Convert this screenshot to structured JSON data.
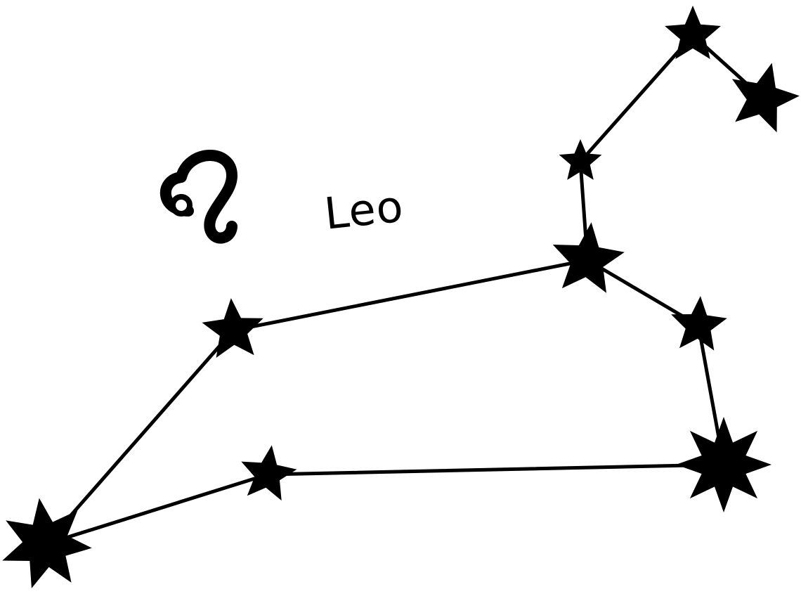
{
  "constellation": {
    "name": "Leo",
    "symbol": "leo-zodiac-symbol",
    "color": "#000000",
    "stars": [
      {
        "id": "star-tail",
        "shape": "seven-point-star"
      },
      {
        "id": "star-hind-lower",
        "shape": "five-point-star"
      },
      {
        "id": "star-hind-upper",
        "shape": "five-point-star"
      },
      {
        "id": "star-back",
        "shape": "five-point-star"
      },
      {
        "id": "star-neck",
        "shape": "five-point-star"
      },
      {
        "id": "star-mane",
        "shape": "five-point-star"
      },
      {
        "id": "star-head-top",
        "shape": "five-point-star"
      },
      {
        "id": "star-head-tip",
        "shape": "five-point-star"
      },
      {
        "id": "star-chest",
        "shape": "five-point-star"
      },
      {
        "id": "star-regulus",
        "shape": "eight-point-star"
      }
    ],
    "connections": [
      [
        "star-tail",
        "star-hind-upper"
      ],
      [
        "star-tail",
        "star-hind-lower"
      ],
      [
        "star-hind-lower",
        "star-regulus"
      ],
      [
        "star-hind-upper",
        "star-back"
      ],
      [
        "star-back",
        "star-mane"
      ],
      [
        "star-mane",
        "star-neck"
      ],
      [
        "star-neck",
        "star-head-top"
      ],
      [
        "star-head-top",
        "star-head-tip"
      ],
      [
        "star-back",
        "star-chest"
      ],
      [
        "star-chest",
        "star-regulus"
      ]
    ]
  }
}
